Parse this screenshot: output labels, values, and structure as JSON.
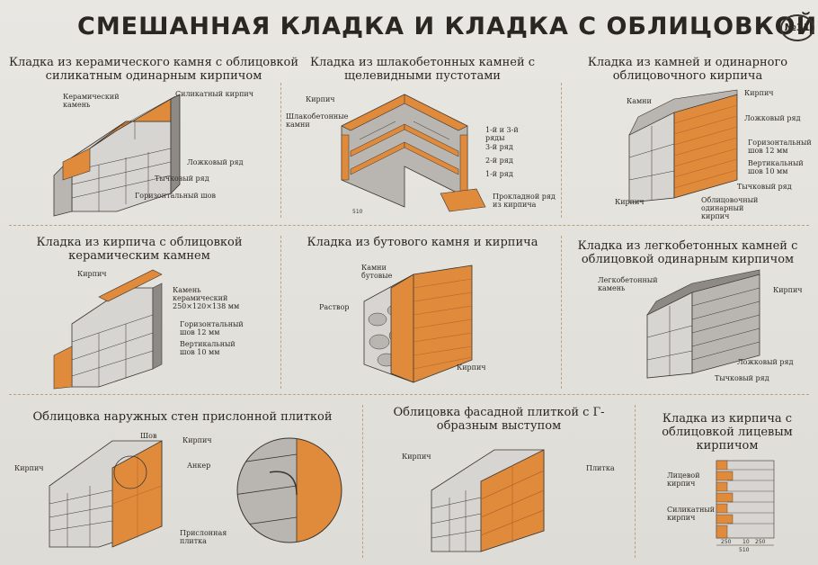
{
  "poster": {
    "title": "СМЕШАННАЯ КЛАДКА И КЛАДКА С ОБЛИЦОВКОЙ",
    "number": "№31"
  },
  "panels": {
    "p1": {
      "title": "Кладка из керамического камня с облицовкой силикатным одинарным кирпичом",
      "labels": {
        "ceramic": "Керамический камень",
        "silicate": "Силикатный кирпич",
        "stretcher": "Ложковый ряд",
        "header": "Тычковый ряд",
        "joint": "Горизонтальный шов"
      }
    },
    "p2": {
      "title": "Кладка из шлакобетонных камней с щелевидными пустотами",
      "labels": {
        "brick": "Кирпич",
        "slag": "Шлакобетонные камни",
        "r13": "1-й и 3-й ряды",
        "r3": "3-й ряд",
        "r2": "2-й ряд",
        "r1": "1-й ряд",
        "pad": "Прокладной ряд из кирпича",
        "dim": "510"
      }
    },
    "p3": {
      "title": "Кладка из камней и одинарного облицовочного кирпича",
      "labels": {
        "stones": "Камни",
        "brick": "Кирпич",
        "stretcher": "Ложковый ряд",
        "hjoint": "Горизонтальный шов 12 мм",
        "vjoint": "Вертикальный шов 10 мм",
        "header": "Тычковый ряд",
        "face": "Облицовочный одинарный кирпич",
        "brick2": "Кирпич"
      }
    },
    "p4": {
      "title": "Кладка из кирпича с облицовкой керамическим камнем",
      "labels": {
        "brick": "Кирпич",
        "stone": "Камень керамический 250×120×138 мм",
        "hjoint": "Горизонтальный шов 12 мм",
        "vjoint": "Вертикальный шов 10 мм"
      }
    },
    "p5": {
      "title": "Кладка из бутового камня и кирпича",
      "labels": {
        "rubble": "Камни бутовые",
        "mortar": "Раствор",
        "brick": "Кирпич"
      }
    },
    "p6": {
      "title": "Кладка из легкобетонных камней с облицовкой одинарным кирпичом",
      "labels": {
        "light": "Легкобетонный камень",
        "brick": "Кирпич",
        "stretcher": "Ложковый ряд",
        "header": "Тычковый ряд"
      }
    },
    "p7": {
      "title": "Облицовка наружных стен прислонной плиткой",
      "labels": {
        "seam": "Шов",
        "brick_top": "Кирпич",
        "brick": "Кирпич",
        "anchor": "Анкер",
        "tile": "Прислонная плитка"
      }
    },
    "p8": {
      "title": "Облицовка фасадной плиткой с Г-образным выступом",
      "labels": {
        "brick": "Кирпич",
        "tile": "Плитка"
      }
    },
    "p9": {
      "title": "Кладка из кирпича с облицовкой лицевым кирпичом",
      "labels": {
        "face": "Лицевой кирпич",
        "silicate": "Силикатный кирпич",
        "d1": "250",
        "d2": "10",
        "d3": "250",
        "total": "510"
      }
    }
  },
  "colors": {
    "brick": "#e08a3c",
    "brick_dark": "#b8642a",
    "stone": "#b9b6b1",
    "stone_dark": "#8d8a86",
    "stone_light": "#d7d5d1",
    "line": "#3a342e",
    "sep": "#b9a27d"
  }
}
